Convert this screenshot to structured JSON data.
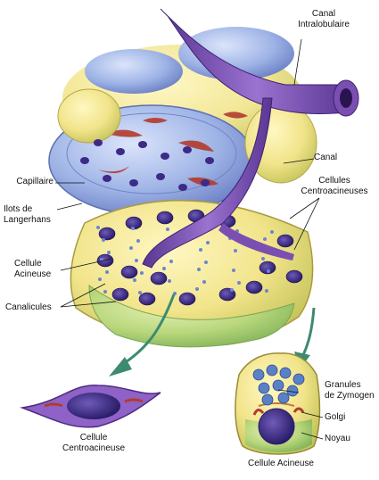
{
  "labels": {
    "canal_intralobulaire": [
      "Canal",
      "Intralobulaire"
    ],
    "canal": "Canal",
    "capillaire": "Capillaire",
    "ilots": [
      "Ilots de",
      "Langerhans"
    ],
    "cellules_centroacineuses": [
      "Cellules",
      "Centroacineuses"
    ],
    "cellule_acineuse_left": [
      "Cellule",
      "Acineuse"
    ],
    "canalicules": "Canalicules",
    "cellule_centroacineuse_bottom": [
      "Cellule",
      "Centroacineuse"
    ],
    "granules": [
      "Granules",
      "de Zymogen"
    ],
    "golgi": "Golgi",
    "noyau": "Noyau",
    "cellule_acineuse_bottom": "Cellule Acineuse"
  },
  "colors": {
    "duct": "#7b4fb1",
    "duct_dark": "#4e2b80",
    "cell_blue": "#9fb4e6",
    "cell_yellow": "#f1e48a",
    "cell_green": "#b9d77c",
    "nucleus": "#3d2a86",
    "capillary": "#b23b2e",
    "arrow": "#3d8a72"
  }
}
